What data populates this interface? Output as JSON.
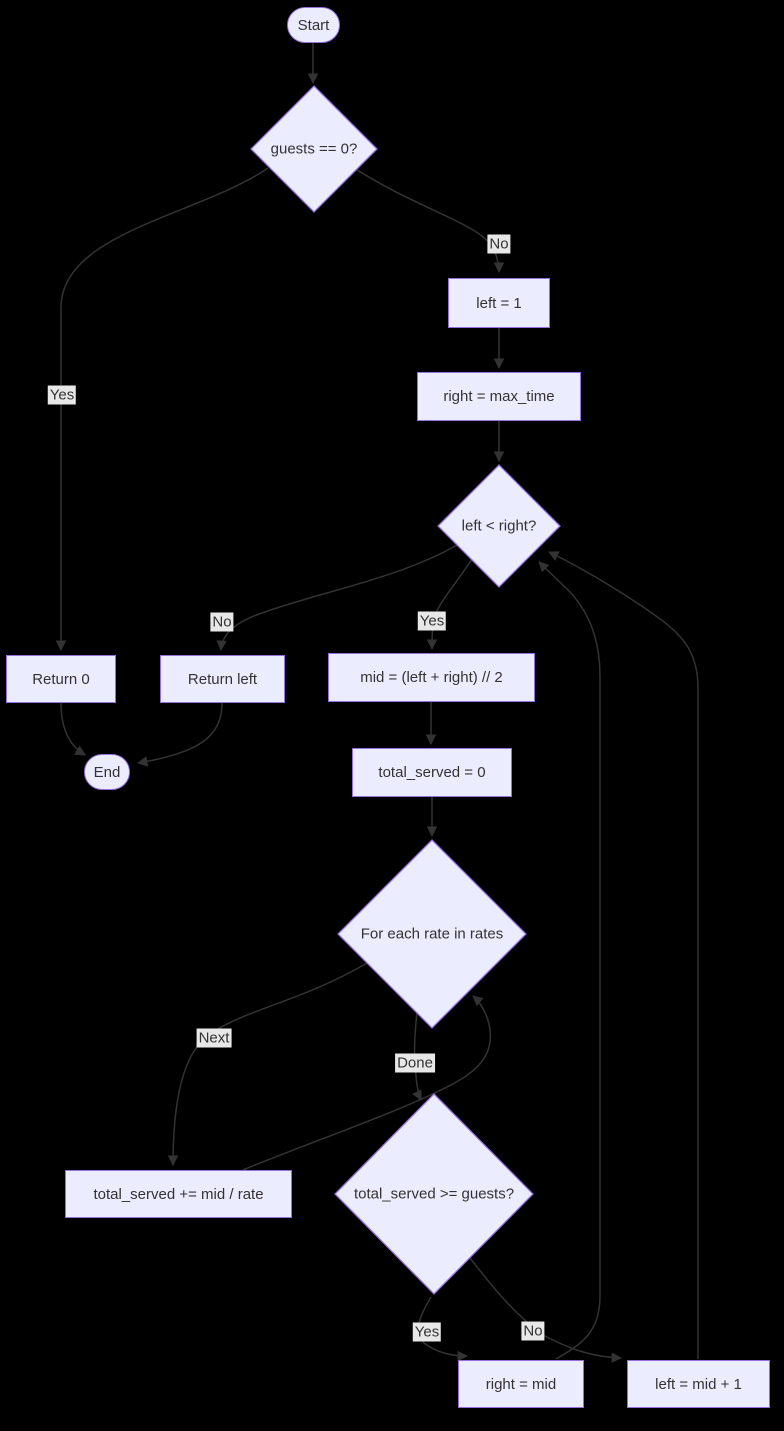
{
  "diagram": {
    "type": "flowchart",
    "colors": {
      "background": "#000000",
      "node_fill": "#ECECFF",
      "node_border": "#9370DB",
      "edge": "#333333",
      "text": "#333333",
      "edge_label_bg": "#e8e8e8"
    },
    "nodes": {
      "start": {
        "label": "Start",
        "shape": "stadium"
      },
      "guests_check": {
        "label": "guests == 0?",
        "shape": "diamond"
      },
      "left_init": {
        "label": "left = 1",
        "shape": "rect"
      },
      "right_init": {
        "label": "right = max_time",
        "shape": "rect"
      },
      "loop_check": {
        "label": "left < right?",
        "shape": "diamond"
      },
      "return_zero": {
        "label": "Return 0",
        "shape": "rect"
      },
      "return_left": {
        "label": "Return left",
        "shape": "rect"
      },
      "mid_calc": {
        "label": "mid = (left + right) // 2",
        "shape": "rect"
      },
      "total_init": {
        "label": "total_served = 0",
        "shape": "rect"
      },
      "for_each": {
        "label": "For each rate in rates",
        "shape": "diamond"
      },
      "accumulate": {
        "label": "total_served += mid / rate",
        "shape": "rect"
      },
      "served_check": {
        "label": "total_served >= guests?",
        "shape": "diamond"
      },
      "right_update": {
        "label": "right = mid",
        "shape": "rect"
      },
      "left_update": {
        "label": "left = mid + 1",
        "shape": "rect"
      },
      "end": {
        "label": "End",
        "shape": "stadium"
      }
    },
    "edge_labels": {
      "guests_no": "No",
      "guests_yes": "Yes",
      "loop_no": "No",
      "loop_yes": "Yes",
      "for_next": "Next",
      "for_done": "Done",
      "served_yes": "Yes",
      "served_no": "No"
    }
  }
}
